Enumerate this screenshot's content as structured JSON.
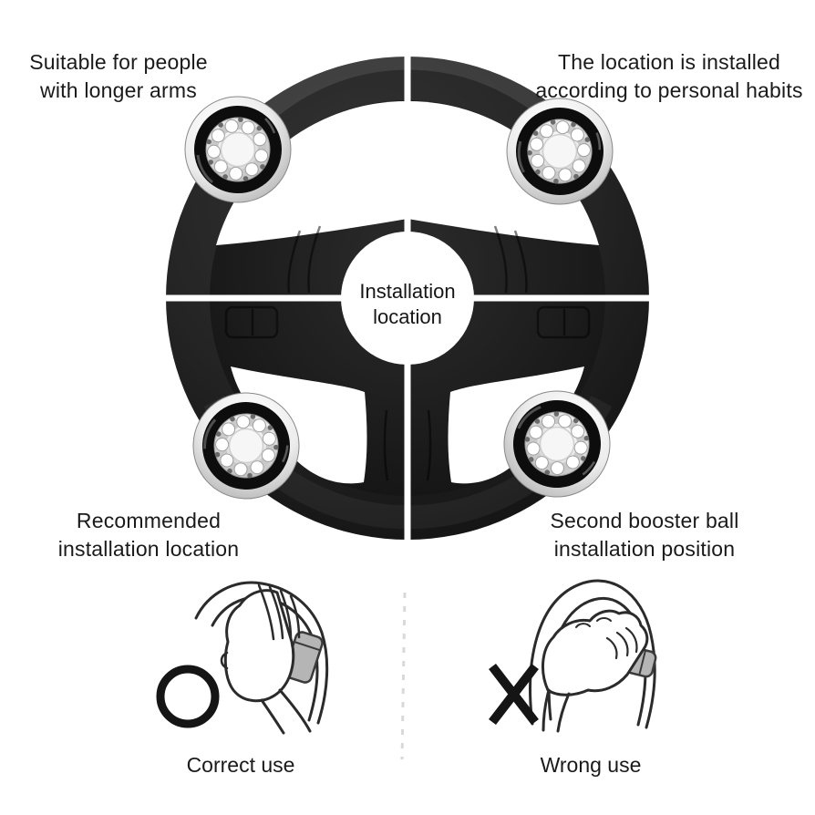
{
  "colors": {
    "background": "#ffffff",
    "text": "#1a1a1a",
    "wheel_black": "#1d1d1d",
    "divider_white": "#ffffff",
    "knob_gray": "#b5b5b5",
    "dashed_divider_gray": "#d9d9d9",
    "mark_black": "#151515"
  },
  "wheel": {
    "center_label": {
      "line1": "Installation",
      "line2": "location"
    },
    "booster_ball_icon": "booster-ball-knob",
    "booster_ball_count": 4
  },
  "annotations": {
    "top_left": {
      "line1": "Suitable for people",
      "line2": "with longer arms"
    },
    "top_right": {
      "line1": "The location is installed",
      "line2": "according to personal habits"
    },
    "bottom_left": {
      "line1": "Recommended",
      "line2": "installation location"
    },
    "bottom_right": {
      "line1": "Second booster ball",
      "line2": "installation position"
    }
  },
  "usage": {
    "correct_caption": "Correct use",
    "correct_mark": "O",
    "wrong_caption": "Wrong use",
    "wrong_mark": "X"
  }
}
